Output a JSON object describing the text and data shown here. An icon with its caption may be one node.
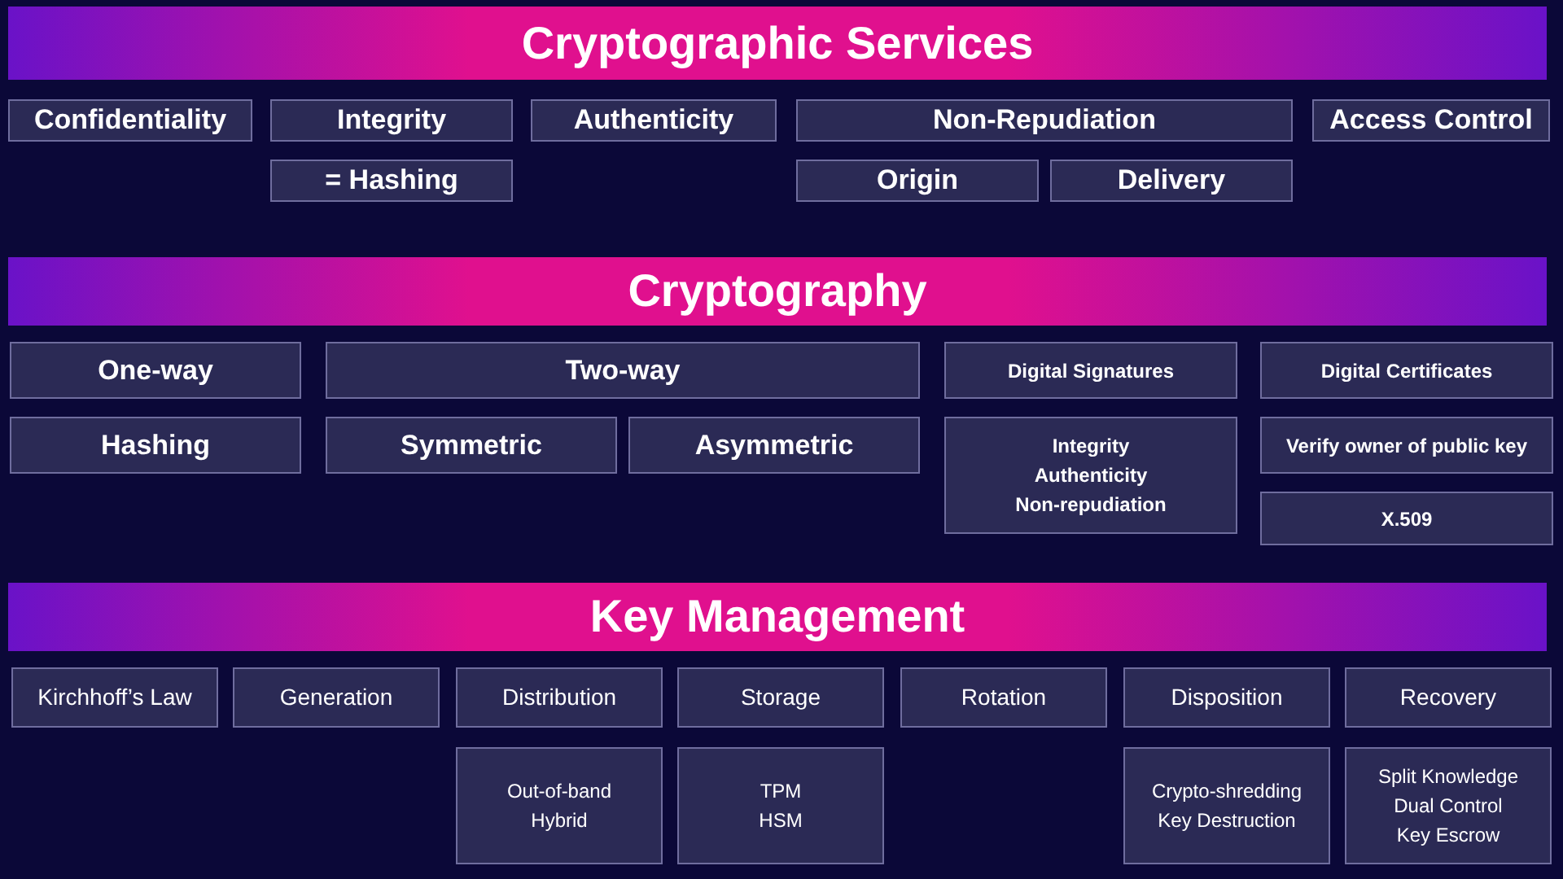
{
  "diagram": {
    "nodes": [
      {
        "text": [
          "Cryptographic Services"
        ]
      },
      {
        "text": [
          "Confidentiality"
        ]
      },
      {
        "text": [
          "Integrity"
        ]
      },
      {
        "text": [
          "Authenticity"
        ]
      },
      {
        "text": [
          "Non-Repudiation"
        ]
      },
      {
        "text": [
          "Access Control"
        ]
      },
      {
        "text": [
          "= Hashing"
        ]
      },
      {
        "text": [
          "Origin"
        ]
      },
      {
        "text": [
          "Delivery"
        ]
      },
      {
        "text": [
          "Cryptography"
        ]
      },
      {
        "text": [
          "One-way"
        ]
      },
      {
        "text": [
          "Two-way"
        ]
      },
      {
        "text": [
          "Digital Signatures"
        ]
      },
      {
        "text": [
          "Digital Certificates"
        ]
      },
      {
        "text": [
          "Hashing"
        ]
      },
      {
        "text": [
          "Symmetric"
        ]
      },
      {
        "text": [
          "Asymmetric"
        ]
      },
      {
        "text": [
          "Integrity",
          "Authenticity",
          "Non-repudiation"
        ]
      },
      {
        "text": [
          "Verify owner of public key"
        ]
      },
      {
        "text": [
          "X.509"
        ]
      },
      {
        "text": [
          "Key Management"
        ]
      },
      {
        "text": [
          "Kirchhoff’s Law"
        ]
      },
      {
        "text": [
          "Generation"
        ]
      },
      {
        "text": [
          "Distribution"
        ]
      },
      {
        "text": [
          "Storage"
        ]
      },
      {
        "text": [
          "Rotation"
        ]
      },
      {
        "text": [
          "Disposition"
        ]
      },
      {
        "text": [
          "Recovery"
        ]
      },
      {
        "text": [
          "Out-of-band",
          "Hybrid"
        ]
      },
      {
        "text": [
          "TPM",
          "HSM"
        ]
      },
      {
        "text": [
          "Crypto-shredding",
          "Key Destruction"
        ]
      },
      {
        "text": [
          "Split Knowledge",
          "Dual Control",
          "Key Escrow"
        ]
      }
    ]
  }
}
